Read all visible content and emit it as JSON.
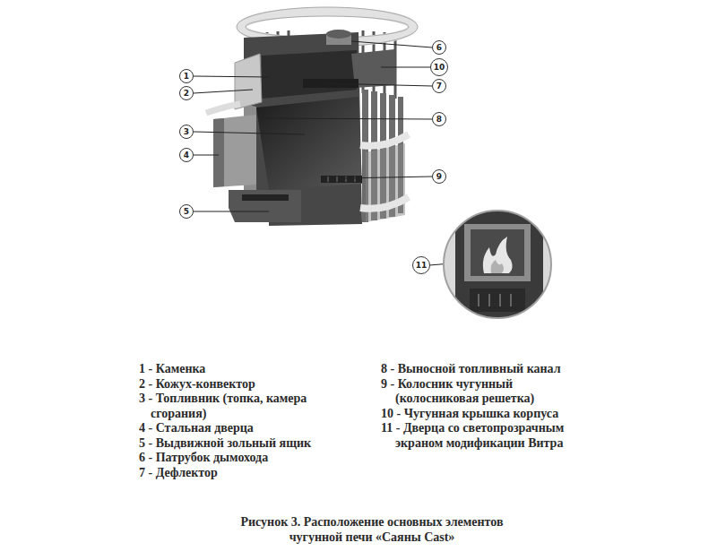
{
  "diagram": {
    "caption": "Рисунок 3. Расположение основных элементов чугунной печи «Саяны Cast»",
    "nodes": [
      {
        "text": [
          "1"
        ]
      },
      {
        "text": [
          "2"
        ]
      },
      {
        "text": [
          "3"
        ]
      },
      {
        "text": [
          "4"
        ]
      },
      {
        "text": [
          "5"
        ]
      },
      {
        "text": [
          "6"
        ]
      },
      {
        "text": [
          "7"
        ]
      },
      {
        "text": [
          "8"
        ]
      },
      {
        "text": [
          "9"
        ]
      },
      {
        "text": [
          "10"
        ]
      },
      {
        "text": [
          "11"
        ]
      }
    ],
    "labels": [
      "1 - Каменка",
      "2 - Кожух-конвектор",
      "3 - Топливник (топка, камера сгорания)",
      "4 - Стальная дверца",
      "5 - Выдвижной зольный ящик",
      "6 - Патрубок дымохода",
      "7 - Дефлектор",
      "8 - Выносной топливный канал",
      "9 - Колосник чугунный (колосниковая решетка)",
      "10 - Чугунная крышка корпуса",
      "11 - Дверца со светопрозрачным экраном модификации Витра"
    ]
  }
}
